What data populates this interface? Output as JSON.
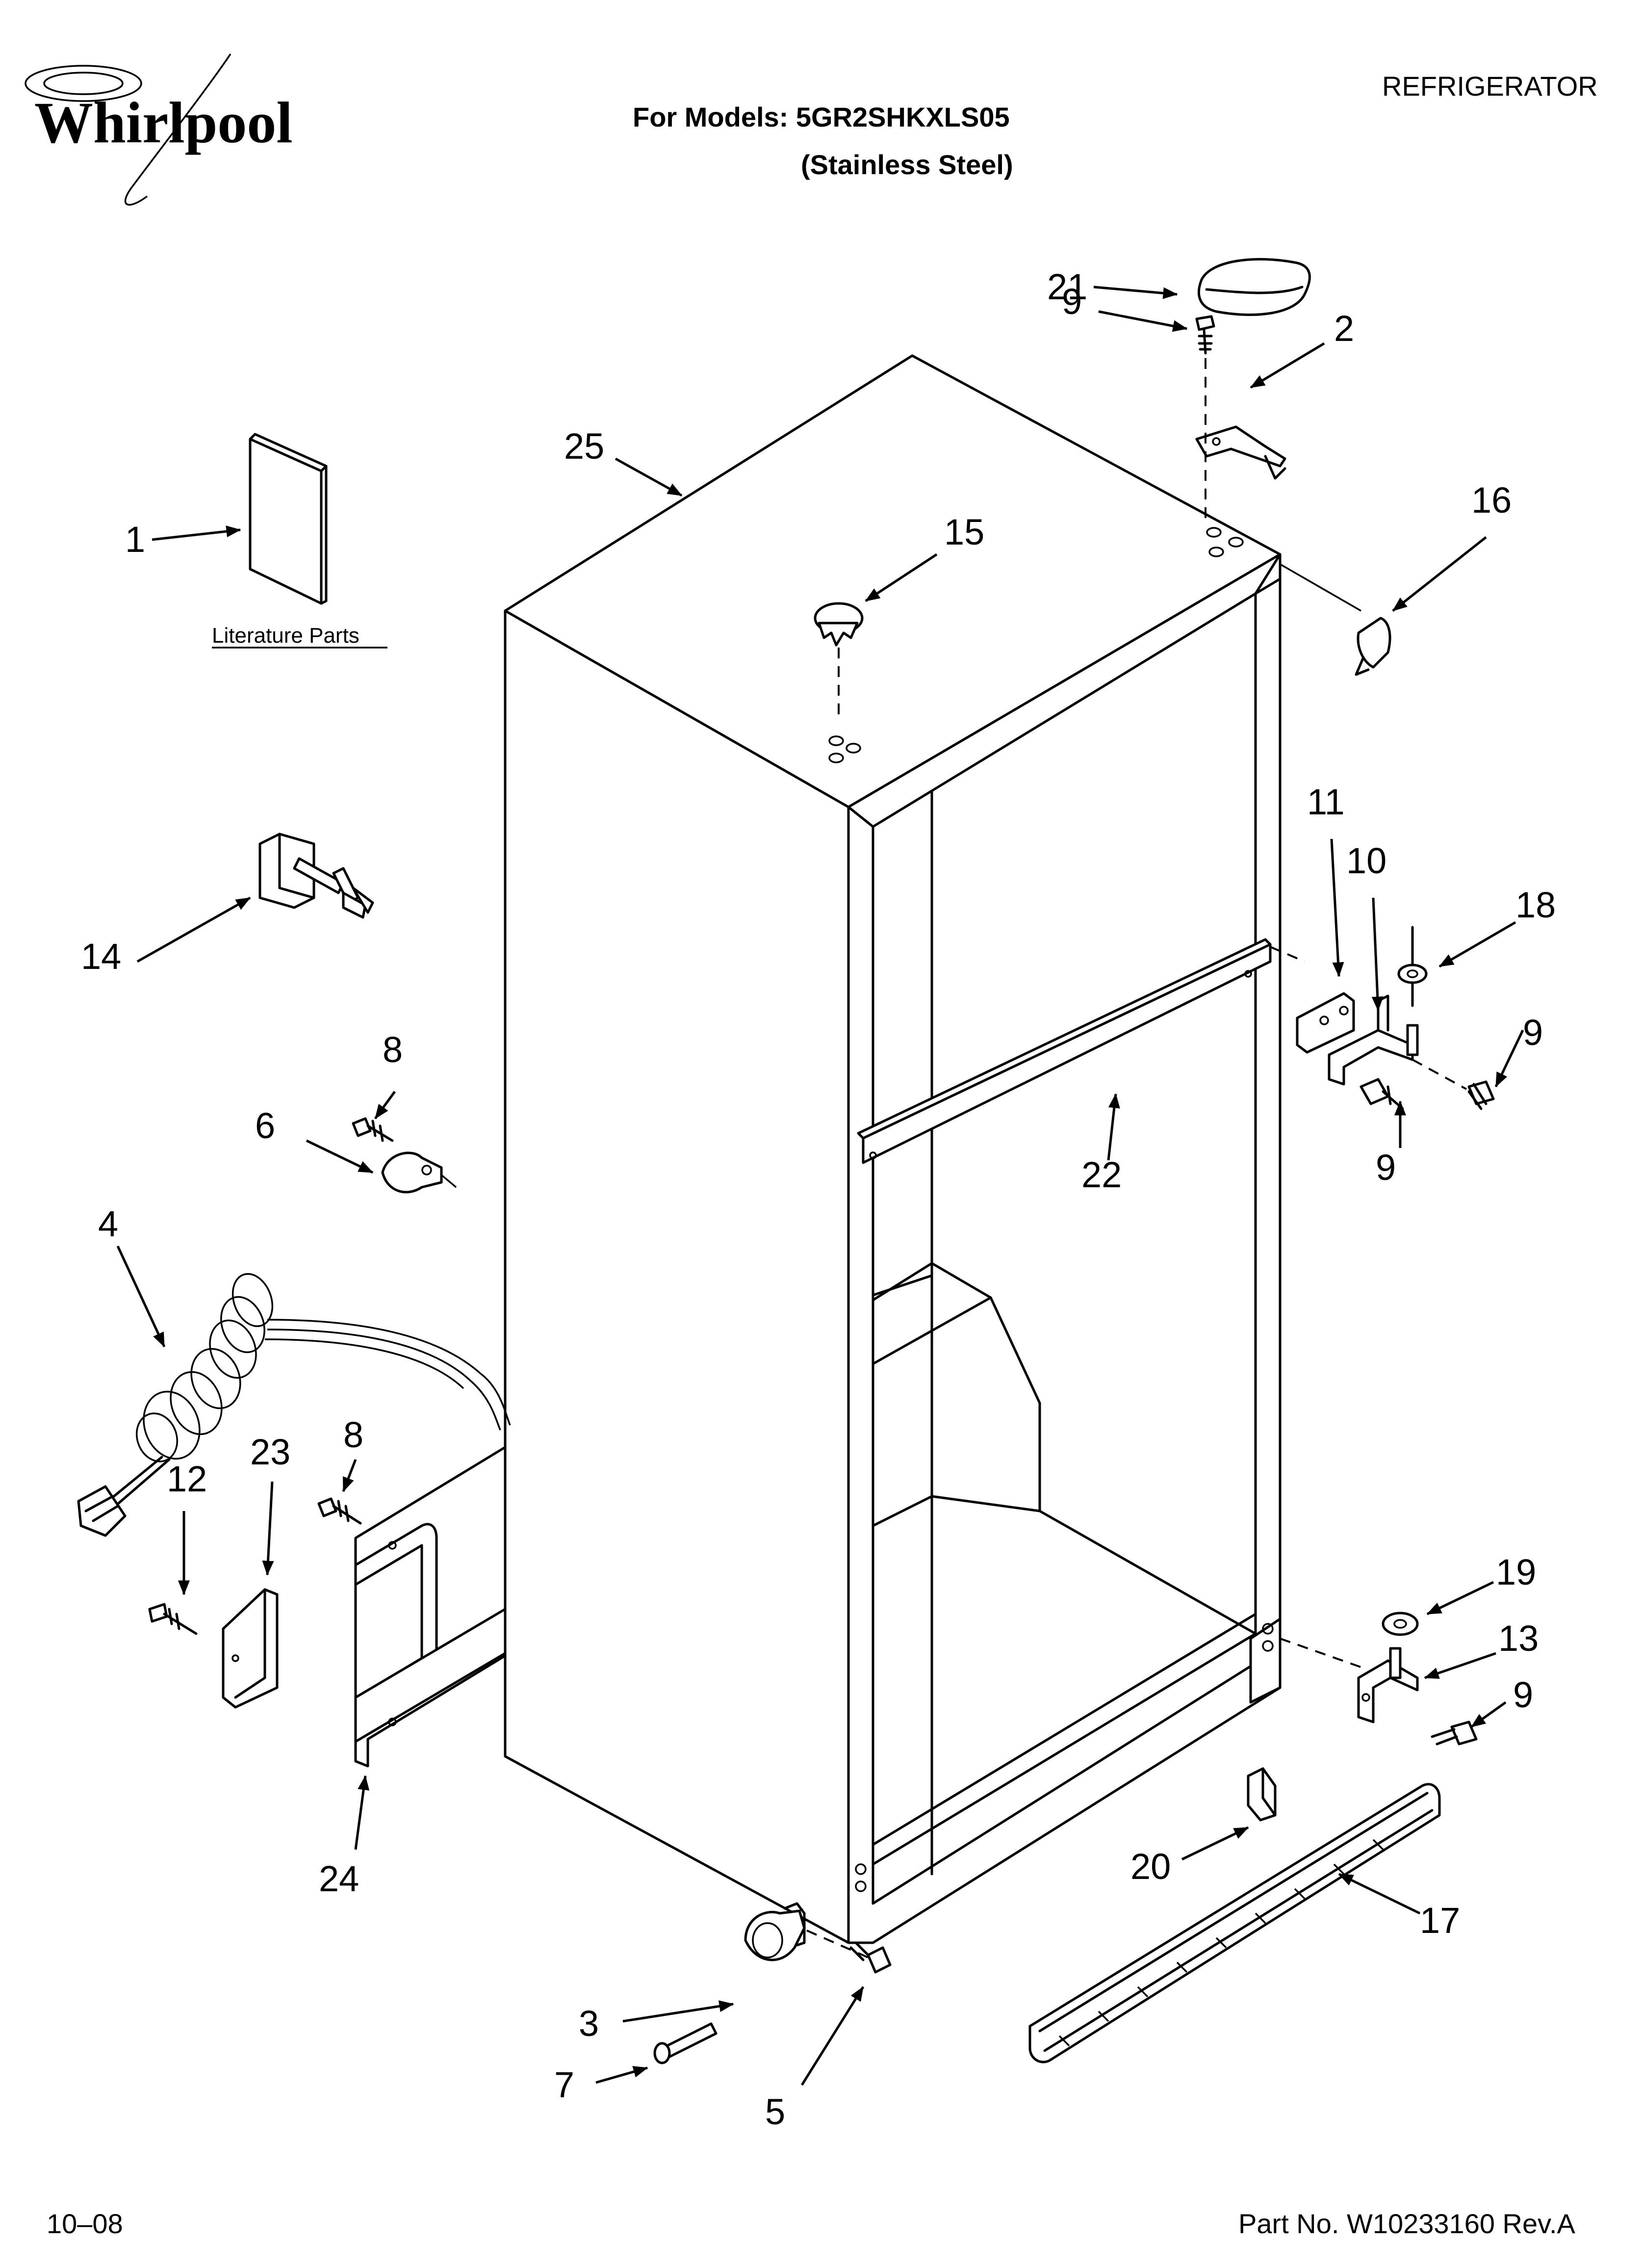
{
  "header": {
    "brand": "Whirlpool",
    "models_label": "For Models: 5GR2SHKXLS05",
    "finish": "(Stainless Steel)",
    "category": "REFRIGERATOR"
  },
  "literature_label": "Literature Parts",
  "footer": {
    "date_code": "10–08",
    "part_number": "Part No. W10233160 Rev.A"
  },
  "callouts": [
    "1",
    "2",
    "3",
    "4",
    "5",
    "6",
    "7",
    "8",
    "8",
    "9",
    "9",
    "9",
    "9",
    "10",
    "11",
    "12",
    "13",
    "14",
    "15",
    "16",
    "17",
    "18",
    "19",
    "20",
    "21",
    "22",
    "23",
    "24",
    "25"
  ]
}
